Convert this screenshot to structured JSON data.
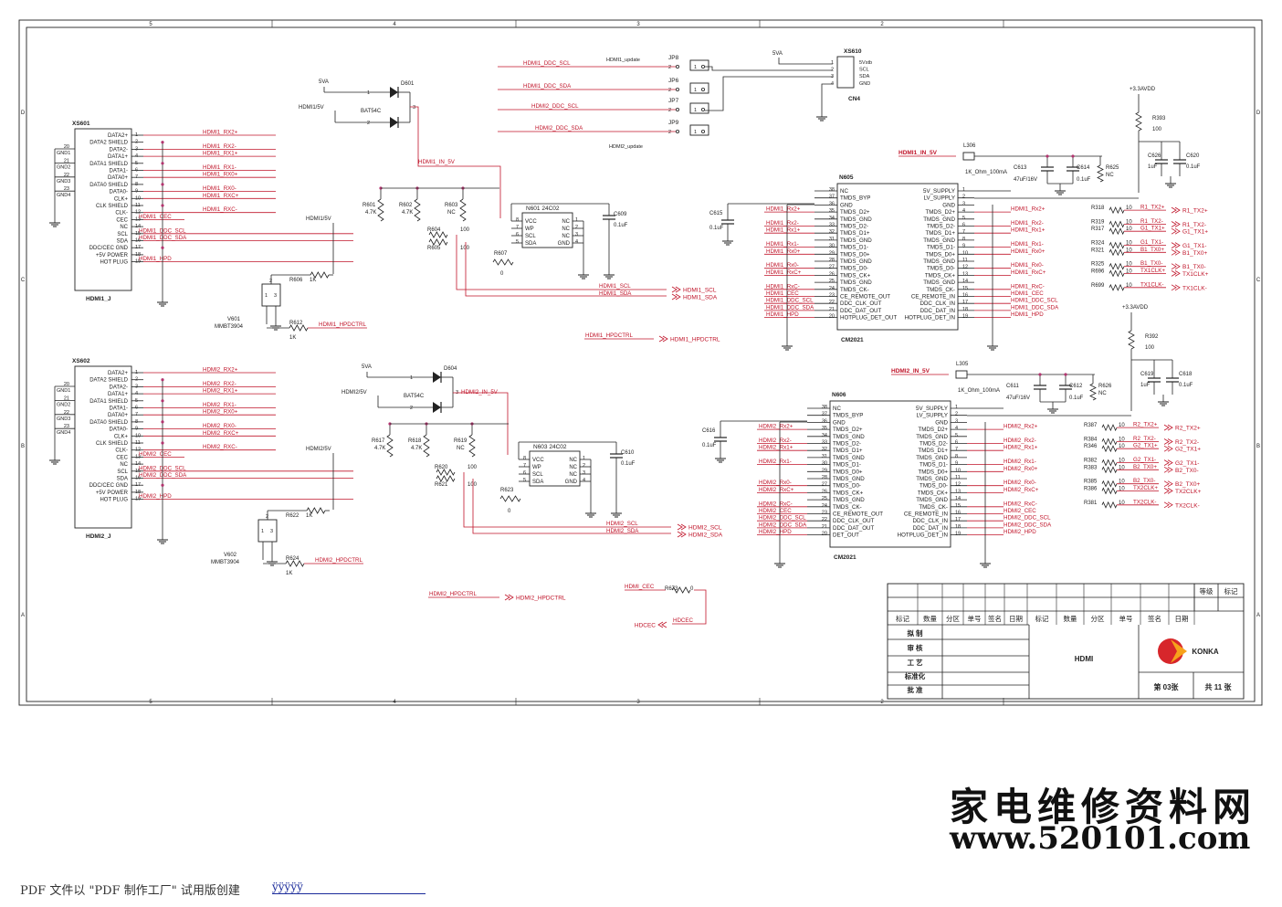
{
  "sheet": {
    "title": "HDMI",
    "company": "KONKA",
    "page_label": "第 03张",
    "total_label": "共 11 张",
    "level_labels": [
      "等级",
      "标记"
    ],
    "rev_headers": [
      "标记",
      "数量",
      "分区",
      "单号",
      "签名",
      "日期",
      "标记",
      "数量",
      "分区",
      "单号",
      "签名",
      "日期"
    ],
    "sign_rows": [
      "拟 制",
      "审 核",
      "工 艺",
      "标准化",
      "批 准"
    ],
    "col_marks": [
      "5",
      "4",
      "3",
      "2"
    ],
    "row_marks": [
      "D",
      "C",
      "B",
      "A"
    ]
  },
  "connectors": [
    {
      "ref": "XS601",
      "name": "HDMI1_J",
      "net_prefix": "HDMI1",
      "pins": [
        "DATA2+",
        "DATA2 SHIELD",
        "DATA2-",
        "DATA1+",
        "DATA1 SHIELD",
        "DATA1-",
        "DATA0+",
        "DATA0 SHIELD",
        "DATA0-",
        "CLK+",
        "CLK SHIELD",
        "CLK-",
        "CEC",
        "NC",
        "SCL",
        "SDA",
        "DDC/CEC GND",
        "+5V POWER",
        "HOT PLUG"
      ],
      "gnd_pins": [
        [
          "20",
          "GND1"
        ],
        [
          "21",
          "GND2"
        ],
        [
          "22",
          "GND3"
        ],
        [
          "23",
          "GND4"
        ]
      ],
      "nets": [
        "HDMI1_RX2+",
        "HDMI1_RX2-",
        "HDMI1_RX1+",
        "HDMI1_RX1-",
        "HDMI1_RX0+",
        "HDMI1_RX0-",
        "HDMI1_RXC+",
        "HDMI1_RXC-",
        "HDMI1_CEC",
        "HDMI1_DDC_SCL",
        "HDMI1_DDC_SDA",
        "HDMI1_HPD"
      ]
    },
    {
      "ref": "XS602",
      "name": "HDMI2_J",
      "net_prefix": "HDMI2",
      "pins": [
        "DATA2+",
        "DATA2 SHIELD",
        "DATA2-",
        "DATA1+",
        "DATA1 SHIELD",
        "DATA1-",
        "DATA0+",
        "DATA0 SHIELD",
        "DATA0-",
        "CLK+",
        "CLK SHIELD",
        "CLK-",
        "CEC",
        "NC",
        "SCL",
        "SDA",
        "DDC/CEC GND",
        "+5V POWER",
        "HOT PLUG"
      ],
      "gnd_pins": [
        [
          "20",
          "GND1"
        ],
        [
          "21",
          "GND2"
        ],
        [
          "22",
          "GND3"
        ],
        [
          "23",
          "GND4"
        ]
      ],
      "nets": [
        "HDMI2_RX2+",
        "HDMI2_RX2-",
        "HDMI2_RX1+",
        "HDMI2_RX1-",
        "HDMI2_RX0+",
        "HDMI2_RX0-",
        "HDMI2_RXC+",
        "HDMI2_RXC-",
        "HDMI2_CEC",
        "HDMI2_DDC_SCL",
        "HDMI2_DDC_SDA",
        "HDMI2_HPD"
      ]
    }
  ],
  "eeproms": [
    {
      "ref": "N601",
      "part": "24C02",
      "left_pins": [
        "VCC",
        "WP",
        "SCL",
        "SDA"
      ],
      "right_pins": [
        "NC",
        "NC",
        "NC",
        "GND"
      ],
      "cap": "C609",
      "cap_val": "0.1uF"
    },
    {
      "ref": "N603",
      "part": "24C02",
      "left_pins": [
        "VCC",
        "WP",
        "SCL",
        "SDA"
      ],
      "right_pins": [
        "NC",
        "NC",
        "NC",
        "GND"
      ],
      "cap": "C610",
      "cap_val": "0.1uF"
    }
  ],
  "buffers": [
    {
      "ref": "N605",
      "part": "CM2021",
      "supply_net": "HDMI1_IN_5V",
      "left_pins": [
        [
          "NC",
          "38"
        ],
        [
          "TMDS_BYP",
          "37"
        ],
        [
          "GND",
          "36"
        ],
        [
          "TMDS_D2+",
          "35"
        ],
        [
          "TMDS_GND",
          "34"
        ],
        [
          "TMDS_D2-",
          "33"
        ],
        [
          "TMDS_D1+",
          "32"
        ],
        [
          "TMDS_GND",
          "31"
        ],
        [
          "TMDS_D1-",
          "30"
        ],
        [
          "TMDS_D0+",
          "29"
        ],
        [
          "TMDS_GND",
          "28"
        ],
        [
          "TMDS_D0-",
          "27"
        ],
        [
          "TMDS_CK+",
          "26"
        ],
        [
          "TMDS_GND",
          "25"
        ],
        [
          "TMDS_CK-",
          "24"
        ],
        [
          "CE_REMOTE_OUT",
          "23"
        ],
        [
          "DDC_CLK_OUT",
          "22"
        ],
        [
          "DDC_DAT_OUT",
          "21"
        ],
        [
          "HOTPLUG_DET_OUT",
          "20"
        ]
      ],
      "right_pins": [
        [
          "5V_SUPPLY",
          "1"
        ],
        [
          "LV_SUPPLY",
          "2"
        ],
        [
          "GND",
          "3"
        ],
        [
          "TMDS_D2+",
          "4"
        ],
        [
          "TMDS_GND",
          "5"
        ],
        [
          "TMDS_D2-",
          "6"
        ],
        [
          "TMDS_D1+",
          "7"
        ],
        [
          "TMDS_GND",
          "8"
        ],
        [
          "TMDS_D1-",
          "9"
        ],
        [
          "TMDS_D0+",
          "10"
        ],
        [
          "TMDS_GND",
          "11"
        ],
        [
          "TMDS_D0-",
          "12"
        ],
        [
          "TMDS_CK+",
          "13"
        ],
        [
          "TMDS_GND",
          "14"
        ],
        [
          "TMDS_CK-",
          "15"
        ],
        [
          "CE_REMOTE_IN",
          "16"
        ],
        [
          "DDC_CLK_IN",
          "17"
        ],
        [
          "DDC_DAT_IN",
          "18"
        ],
        [
          "HOTPLUG_DET_IN",
          "19"
        ]
      ],
      "left_nets": [
        "HDMI1_Rx2+",
        "HDMI1_Rx2-",
        "HDMI1_Rx1+",
        "HDMI1_Rx1-",
        "HDMI1_Rx0+",
        "HDMI1_Rx0-",
        "HDMI1_RxC+",
        "HDMI1_RxC-",
        "HDMI1_CEC",
        "HDMI1_DDC_SCL",
        "HDMI1_DDC_SDA",
        "HDMI1_HPD"
      ],
      "right_nets": [
        "HDMI1_Rx2+",
        "HDMI1_Rx2-",
        "HDMI1_Rx1+",
        "HDMI1_Rx1-",
        "HDMI1_Rx0+",
        "HDMI1_Rx0-",
        "HDMI1_RxC+",
        "HDMI1_RxC-",
        "HDMI1_CEC",
        "HDMI1_DDC_SCL",
        "HDMI1_DDC_SDA",
        "HDMI1_HPD"
      ],
      "resistors": [
        "R318",
        "R319",
        "R317",
        "R324",
        "R321",
        "R325",
        "R696",
        "R699"
      ],
      "res_val": "10",
      "outputs": [
        "R1_TX2+",
        "R1_TX2-",
        "G1_TX1+",
        "G1_TX1-",
        "B1_TX0+",
        "B1_TX0-",
        "TX1CLK+",
        "TX1CLK-"
      ],
      "ports": [
        "R1_TX2+",
        "R1_TX2-",
        "G1_TX1+",
        "G1_TX1-",
        "B1_TX0+",
        "B1_TX0-",
        "TX1CLK+",
        "TX1CLK-"
      ]
    },
    {
      "ref": "N606",
      "part": "CM2021",
      "supply_net": "HDMI2_IN_5V",
      "left_pins": [
        [
          "NC",
          "38"
        ],
        [
          "TMDS_BYP",
          "37"
        ],
        [
          "GND",
          "36"
        ],
        [
          "TMDS_D2+",
          "35"
        ],
        [
          "TMDS_GND",
          "34"
        ],
        [
          "TMDS_D2-",
          "33"
        ],
        [
          "TMDS_D1+",
          "32"
        ],
        [
          "TMDS_GND",
          "31"
        ],
        [
          "TMDS_D1-",
          "30"
        ],
        [
          "TMDS_D0+",
          "29"
        ],
        [
          "TMDS_GND",
          "28"
        ],
        [
          "TMDS_D0-",
          "27"
        ],
        [
          "TMDS_CK+",
          "26"
        ],
        [
          "TMDS_GND",
          "25"
        ],
        [
          "TMDS_CK-",
          "24"
        ],
        [
          "CE_REMOTE_OUT",
          "23"
        ],
        [
          "DDC_CLK_OUT",
          "22"
        ],
        [
          "DDC_DAT_OUT",
          "21"
        ],
        [
          "DET_OUT",
          "20"
        ]
      ],
      "right_pins": [
        [
          "5V_SUPPLY",
          "1"
        ],
        [
          "LV_SUPPLY",
          "2"
        ],
        [
          "GND",
          "3"
        ],
        [
          "TMDS_D2+",
          "4"
        ],
        [
          "TMDS_GND",
          "5"
        ],
        [
          "TMDS_D2-",
          "6"
        ],
        [
          "TMDS_D1+",
          "7"
        ],
        [
          "TMDS_GND",
          "8"
        ],
        [
          "TMDS_D1-",
          "9"
        ],
        [
          "TMDS_D0+",
          "10"
        ],
        [
          "TMDS_GND",
          "11"
        ],
        [
          "TMDS_D0-",
          "12"
        ],
        [
          "TMDS_CK+",
          "13"
        ],
        [
          "TMDS_GND",
          "14"
        ],
        [
          "TMDS_CK-",
          "15"
        ],
        [
          "CE_REMOTE_IN",
          "16"
        ],
        [
          "DDC_CLK_IN",
          "17"
        ],
        [
          "DDC_DAT_IN",
          "18"
        ],
        [
          "HOTPLUG_DET_IN",
          "19"
        ]
      ],
      "left_nets": [
        "HDMI2_Rx2+",
        "HDMI2_Rx2-",
        "HDMI2_Rx1+",
        "HDMI2_Rx1-",
        "HDMI2_Rx0-",
        "HDMI2_RxC+",
        "HDMI2_RxC-",
        "HDMI2_CEC",
        "HDMI2_DDC_SCL",
        "HDMI2_DDC_SDA",
        "HDMI2_HPD"
      ],
      "right_nets": [
        "HDMI2_Rx2+",
        "HDMI2_Rx2-",
        "HDMI2_Rx1+",
        "HDMI2_Rx1-",
        "HDMI2_Rx0+",
        "HDMI2_Rx0-",
        "HDMI2_RxC+",
        "HDMI2_RxC-",
        "HDMI2_CEC",
        "HDMI2_DDC_SCL",
        "HDMI2_DDC_SDA",
        "HDMI2_HPD"
      ],
      "resistors": [
        "R387",
        "R384",
        "R346",
        "R382",
        "R383",
        "R385",
        "R386",
        "R381"
      ],
      "res_val": "10",
      "outputs": [
        "R2_TX2+",
        "R2_TX2-",
        "G2_TX1+",
        "G2_TX1-",
        "B2_TX0+",
        "B2_TX0-",
        "TX2CLK+",
        "TX2CLK-"
      ],
      "ports": [
        "R2_TX2+",
        "R2_TX2-",
        "G2_TX1+",
        "G2_TX1-",
        "B2_TX0-",
        "B2_TX0+",
        "TX2CLK+",
        "TX2CLK-"
      ]
    }
  ],
  "parts": {
    "diode1": {
      "ref": "D601",
      "part": "BAT54C",
      "in1": "5VA",
      "in2": "HDMI1/5V",
      "out": "HDMI1_IN_5V"
    },
    "diode2": {
      "ref": "D604",
      "part": "BAT54C",
      "in1": "5VA",
      "in2": "HDMI2/5V",
      "out": "HDMI2_IN_5V"
    },
    "res_top": [
      [
        "R601",
        "4.7K"
      ],
      [
        "R602",
        "4.7K"
      ],
      [
        "R603",
        "NC"
      ],
      [
        "R604",
        "100"
      ],
      [
        "R605",
        "100"
      ],
      [
        "R607",
        "0"
      ],
      [
        "R606",
        "1K"
      ],
      [
        "R612",
        "1K"
      ]
    ],
    "res_bot": [
      [
        "R617",
        "4.7K"
      ],
      [
        "R618",
        "4.7K"
      ],
      [
        "R619",
        "NC"
      ],
      [
        "R620",
        "100"
      ],
      [
        "R621",
        "100"
      ],
      [
        "R623",
        "0"
      ],
      [
        "R622",
        "1K"
      ],
      [
        "R624",
        "1K"
      ]
    ],
    "hdmi_sup": "HDMI1/5V",
    "hdmi_sup2": "HDMI2/5V",
    "trans1": {
      "ref": "V601",
      "part": "MMBT3904"
    },
    "trans2": {
      "ref": "V602",
      "part": "MMBT3904"
    },
    "ports_top": [
      "HDMI1_SCL",
      "HDMI1_SDA",
      "HDMI1_HPDCTRL"
    ],
    "ports_bot": [
      "HDMI2_SCL",
      "HDMI2_SDA",
      "HDMI2_HPDCTRL"
    ],
    "hpd_net1": "HDMI1_HPDCTRL",
    "hpd_net2": "HDMI2_HPDCTRL",
    "cec": {
      "net": "HDMI_CEC",
      "res": "R673",
      "val": "0",
      "port": "HDCEC"
    },
    "jumpers": {
      "refs": [
        "JP8",
        "JP6",
        "JP7",
        "JP9"
      ],
      "nets": [
        "HDMI1_DDC_SCL",
        "HDMI1_DDC_SDA",
        "HDMI2_DDC_SCL",
        "HDMI2_DDC_SDA"
      ],
      "update_labels": [
        "HDMI1_update",
        "HDMI2_update"
      ]
    },
    "cn4": {
      "ref": "XS610",
      "name": "CN4",
      "rail": "5VA",
      "pins": [
        "5Vstb",
        "SCL",
        "SDA",
        "GND"
      ]
    },
    "supply1": {
      "rail": "+3.3AVDD",
      "l": "L306",
      "l_val": "1K_Ohm_100mA",
      "c_a": "C613",
      "c_a_val": "47uF/16V",
      "c_b": "C614",
      "c_b_val": "0.1uF",
      "r": "R625",
      "r_val": "NC",
      "r2": "R393",
      "r2_val": "100",
      "c_c": "C626",
      "c_c_val": "1uF",
      "c_d": "C620",
      "c_d_val": "0.1uF",
      "byp": "C615",
      "byp_val": "0.1uF"
    },
    "supply2": {
      "rail": "+3.3AVDD",
      "l": "L305",
      "l_val": "1K_Ohm_100mA",
      "c_a": "C611",
      "c_a_val": "47uF/16V",
      "c_b": "C612",
      "c_b_val": "0.1uF",
      "r": "R626",
      "r_val": "NC",
      "r2": "R392",
      "r2_val": "100",
      "c_c": "C619",
      "c_c_val": "1uF",
      "c_d": "C618",
      "c_d_val": "0.1uF",
      "byp": "C616",
      "byp_val": "0.1uF"
    }
  },
  "watermark": {
    "cn": "家电维修资料网",
    "url": "www.520101.com"
  },
  "pdf_note": "PDF 文件以 \"PDF 制作工厂\" 试用版创建",
  "pdf_mark": "ÿÿÿÿÿ"
}
